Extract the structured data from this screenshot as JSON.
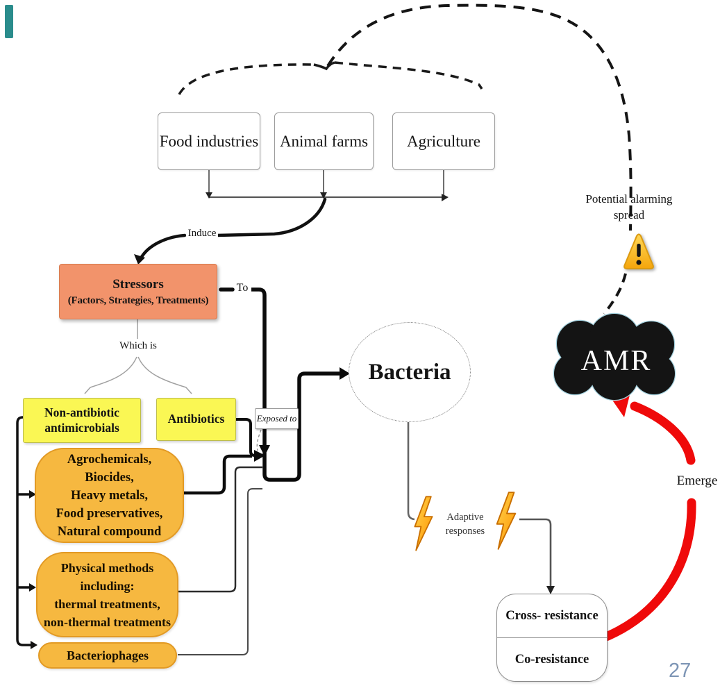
{
  "sources": [
    "Food industries",
    "Animal farms",
    "Agriculture"
  ],
  "labels": {
    "induce": "Induce",
    "to": "To",
    "which_is": "Which is",
    "exposed_to": "Exposed to",
    "emerge": "Emerge"
  },
  "potential": {
    "lines": [
      "Potential alarming",
      "spread"
    ]
  },
  "adaptive": {
    "lines": [
      "Adaptive",
      "responses"
    ]
  },
  "stressors": {
    "lines": [
      "Stressors",
      "(Factors, Strategies, Treatments)"
    ]
  },
  "non_antibiotic": {
    "lines": [
      "Non-antibiotic",
      "antimicrobials"
    ]
  },
  "antibiotics": {
    "label": "Antibiotics"
  },
  "agrochemicals": {
    "lines": [
      "Agrochemicals,",
      "Biocides,",
      "Heavy metals,",
      "Food preservatives,",
      "Natural compound"
    ]
  },
  "physical": {
    "lines": [
      "Physical methods",
      "including:",
      "thermal treatments,",
      "non-thermal treatments"
    ]
  },
  "bacteriophages": {
    "label": "Bacteriophages"
  },
  "bacteria": {
    "label": "Bacteria"
  },
  "amr": {
    "label": "AMR"
  },
  "resistance": {
    "cross": "Cross- resistance",
    "co": "Co-resistance"
  },
  "page": {
    "number": "27"
  },
  "icons": [
    "warning-icon",
    "lightning-icon",
    "cloud-shape",
    "red-emerge-arrow"
  ],
  "colors": {
    "stressor_fill": "#F2936B",
    "category_fill": "#F6B840",
    "highlight_yellow": "#FAF754",
    "cloud_black": "#141414",
    "warning_orange": "#F5A50B",
    "emerge_red": "#EF0A0A",
    "page_number_blue": "#7D95B5",
    "teal_mark": "#2A8C8C"
  }
}
